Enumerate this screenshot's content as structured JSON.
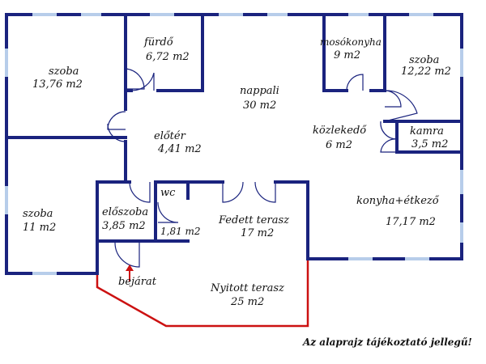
{
  "rooms": [
    {
      "id": "szoba1",
      "name": "szoba",
      "area": "13,76 m2"
    },
    {
      "id": "furdo",
      "name": "fürdő",
      "area": "6,72 m2"
    },
    {
      "id": "nappali",
      "name": "nappali",
      "area": "30 m2"
    },
    {
      "id": "mosokonyha",
      "name": "mosókonyha",
      "area": "9 m2"
    },
    {
      "id": "szoba3",
      "name": "szoba",
      "area": "12,22 m2"
    },
    {
      "id": "eloter",
      "name": "előtér",
      "area": "4,41 m2"
    },
    {
      "id": "kozlekedo",
      "name": "közlekedő",
      "area": "6 m2"
    },
    {
      "id": "kamra",
      "name": "kamra",
      "area": "3,5 m2"
    },
    {
      "id": "szoba2",
      "name": "szoba",
      "area": "11 m2"
    },
    {
      "id": "eloszoba",
      "name": "előszoba",
      "area": "3,85 m2"
    },
    {
      "id": "wc",
      "name": "wc",
      "area": "1,81 m2"
    },
    {
      "id": "fedett",
      "name": "Fedett terasz",
      "area": "17 m2"
    },
    {
      "id": "konyha",
      "name": "konyha+étkező",
      "area": "17,17 m2"
    },
    {
      "id": "nyitott",
      "name": "Nyitott terasz",
      "area": "25 m2"
    }
  ],
  "entrance_label": "bejárat",
  "disclaimer": "Az alaprajz tájékoztató jellegű!",
  "colors": {
    "wall": "#1a237e",
    "window": "#b7cdea",
    "terrace_outline": "#cc1111",
    "entrance_arrow": "#cc1111"
  }
}
